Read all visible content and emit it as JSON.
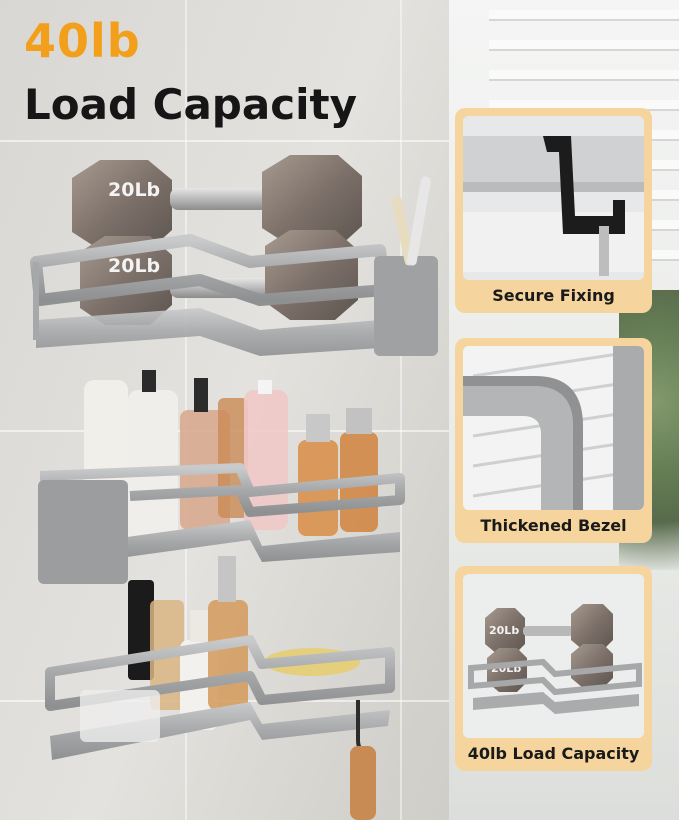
{
  "headline": {
    "weight": "40lb",
    "subtitle": "Load Capacity"
  },
  "dumbbell_label": "20Lb",
  "features": [
    {
      "label": "Secure Fixing",
      "icon": "hook-icon"
    },
    {
      "label": "Thickened Bezel",
      "icon": "bezel-corner-icon"
    },
    {
      "label": "40lb Load Capacity",
      "icon": "dumbbell-shelf-icon"
    }
  ],
  "colors": {
    "accent_orange": "#f2a01c",
    "panel_background": "#f5d59d",
    "shelf_silver": "#a9abad"
  }
}
